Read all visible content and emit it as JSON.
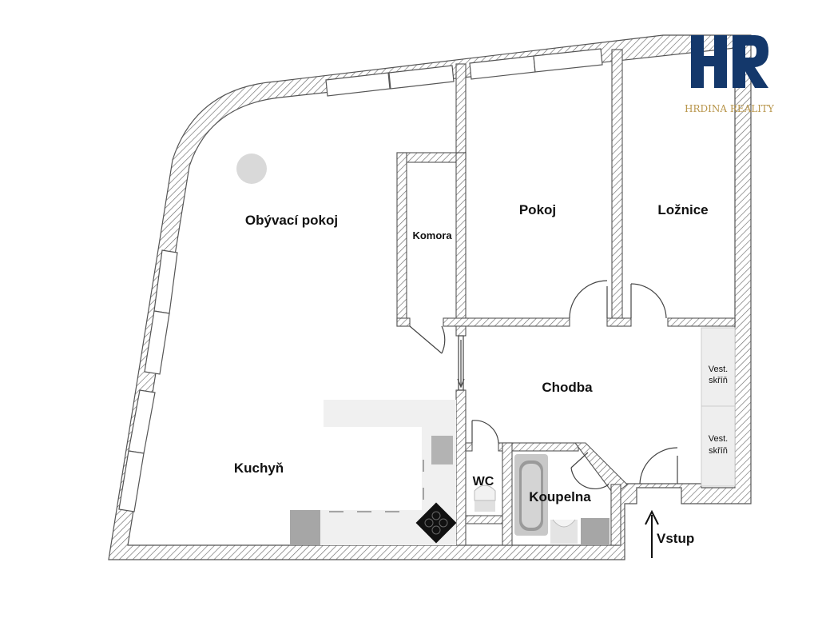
{
  "brand": {
    "monogram": "HR",
    "name": "HRDINA REALITY",
    "colors": {
      "navy": "#14386b",
      "gold": "#b8954a"
    }
  },
  "rooms": {
    "living": "Obývací pokoj",
    "storage": "Komora",
    "room": "Pokoj",
    "bedroom": "Ložnice",
    "hallway": "Chodba",
    "kitchen": "Kuchyň",
    "wc": "WC",
    "bathroom": "Koupelna",
    "wardrobe_1_line1": "Vest.",
    "wardrobe_1_line2": "skříň",
    "wardrobe_2_line1": "Vest.",
    "wardrobe_2_line2": "skříň"
  },
  "entrance": {
    "label": "Vstup",
    "arrow_icon": "up-arrow-icon"
  },
  "colors": {
    "wall_stroke": "#555555",
    "wall_fill": "#ffffff",
    "fixture": "#d9d9d9",
    "fixture_dark": "#a6a6a6",
    "hob": "#111111",
    "label": "#111111"
  }
}
